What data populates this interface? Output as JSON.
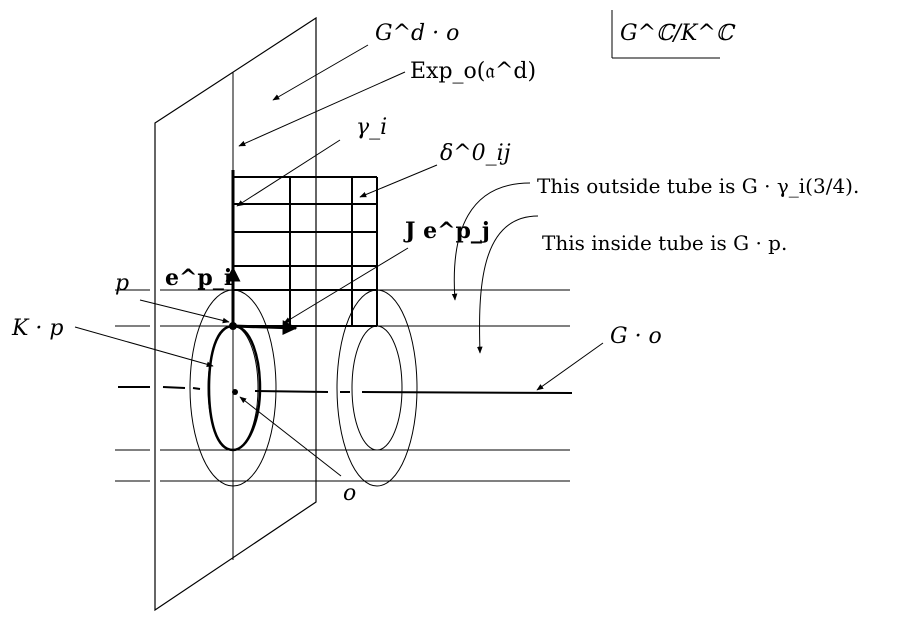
{
  "labels": {
    "gd_o": "G^d · o",
    "space": "G^ℂ/K^ℂ",
    "exp": "Exp_o(𝔞^d)",
    "gamma": "γ_i",
    "delta": "δ^0_ij",
    "je": "J e^p_j",
    "ei": "e^p_i",
    "p": "p",
    "kp": "K · p",
    "o": "o",
    "go": "G · o",
    "outside_tube": "This outside tube is G · γ_i(3/4).",
    "inside_tube": "This inside tube is G · p."
  }
}
